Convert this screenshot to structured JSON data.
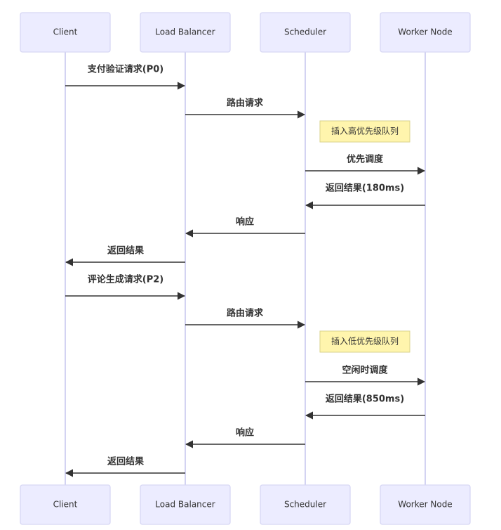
{
  "participants": [
    "Client",
    "Load Balancer",
    "Scheduler",
    "Worker Node"
  ],
  "messages": [
    {
      "from": 0,
      "to": 1,
      "label": "支付验证请求(P0)",
      "kind": "request"
    },
    {
      "from": 1,
      "to": 2,
      "label": "路由请求",
      "kind": "request"
    },
    {
      "from": 2,
      "to": 3,
      "label": "优先调度",
      "kind": "request"
    },
    {
      "from": 3,
      "to": 2,
      "label": "返回结果(180ms)",
      "kind": "response"
    },
    {
      "from": 2,
      "to": 1,
      "label": "响应",
      "kind": "response"
    },
    {
      "from": 1,
      "to": 0,
      "label": "返回结果",
      "kind": "response"
    },
    {
      "from": 0,
      "to": 1,
      "label": "评论生成请求(P2)",
      "kind": "request"
    },
    {
      "from": 1,
      "to": 2,
      "label": "路由请求",
      "kind": "request"
    },
    {
      "from": 2,
      "to": 3,
      "label": "空闲时调度",
      "kind": "request"
    },
    {
      "from": 3,
      "to": 2,
      "label": "返回结果(850ms)",
      "kind": "response"
    },
    {
      "from": 2,
      "to": 1,
      "label": "响应",
      "kind": "response"
    },
    {
      "from": 1,
      "to": 0,
      "label": "返回结果",
      "kind": "response"
    }
  ],
  "notes": [
    {
      "participant": 2,
      "after_message": 1,
      "text": "插入高优先级队列"
    },
    {
      "participant": 2,
      "after_message": 7,
      "text": "插入低优先级队列"
    }
  ],
  "colors": {
    "actor_fill": "#ECECFF",
    "actor_stroke": "#D7D7F4",
    "lifeline": "#C8C8EE",
    "line": "#333333",
    "note_fill": "#FFF5AD",
    "note_stroke": "#D8D28A",
    "text": "#333333"
  }
}
